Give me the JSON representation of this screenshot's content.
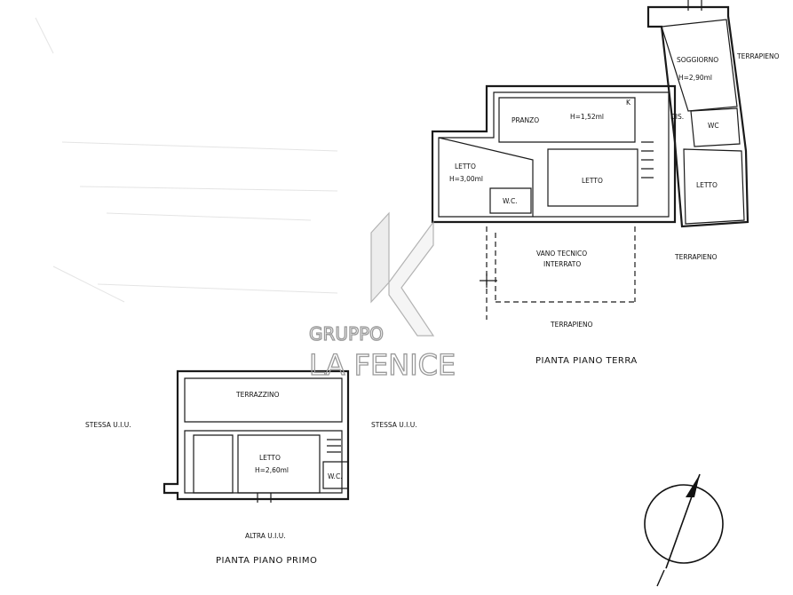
{
  "watermark": {
    "line1": "GRUPPO",
    "line2": "LA FENICE",
    "logo": "stylized-k-logo"
  },
  "ground_floor": {
    "title": "PIANTA PIANO TERRA",
    "rooms": {
      "soggiorno": "SOGGIORNO",
      "soggiorno_height": "H=2,90ml",
      "pranzo": "PRANZO",
      "pranzo_height": "H=1,52ml",
      "letto_left": "LETTO",
      "letto_left_height": "H=3,00ml",
      "letto_center": "LETTO",
      "letto_right": "LETTO",
      "wc_left": "W.C.",
      "wc_right": "WC",
      "dis": "DIS.",
      "k_mark": "K",
      "vano_line1": "VANO TECNICO",
      "vano_line2": "INTERRATO"
    },
    "surroundings": {
      "terrapieno_top": "TERRAPIENO",
      "terrapieno_right": "TERRAPIENO",
      "terrapieno_bottom": "TERRAPIENO"
    }
  },
  "first_floor": {
    "title": "PIANTA PIANO PRIMO",
    "rooms": {
      "terrazzino": "TERRAZZINO",
      "letto": "LETTO",
      "letto_height": "H=2,60ml",
      "wc": "W.C."
    },
    "surroundings": {
      "stessa_left": "STESSA U.I.U.",
      "stessa_right": "STESSA U.I.U.",
      "altra": "ALTRA U.I.U."
    }
  },
  "north_symbol": "north-arrow-icon"
}
